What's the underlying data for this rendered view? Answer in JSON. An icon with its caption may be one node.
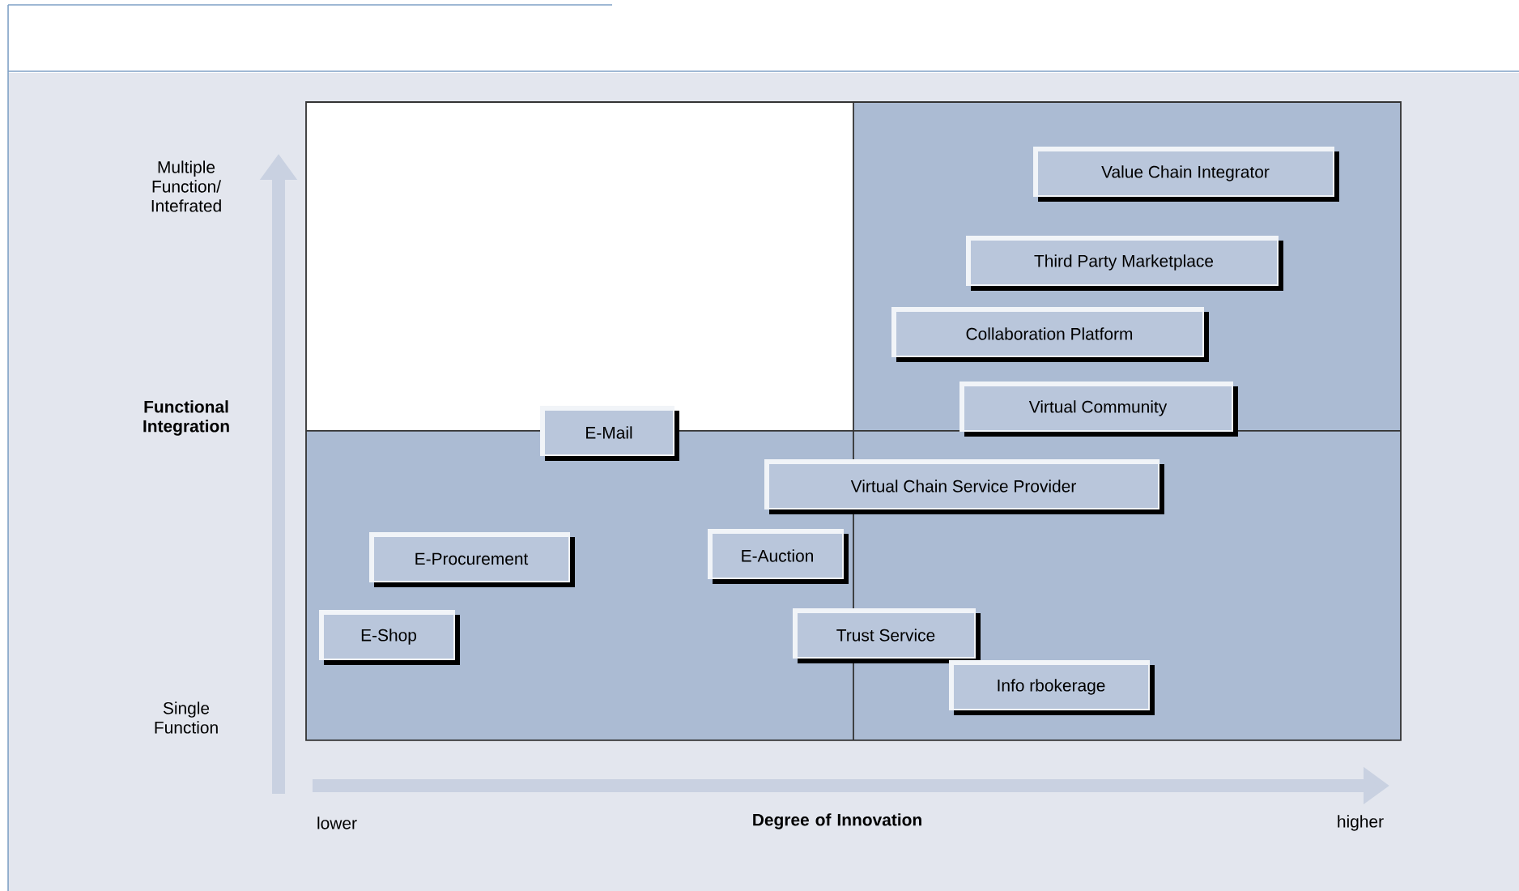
{
  "diagram": {
    "nodes": [
      {
        "text": [
          "Value Chain Integrator"
        ]
      },
      {
        "text": [
          "Third Party Marketplace"
        ]
      },
      {
        "text": [
          "Collaboration Platform"
        ]
      },
      {
        "text": [
          "Virtual Community"
        ]
      },
      {
        "text": [
          "E-Mail"
        ]
      },
      {
        "text": [
          "Virtual Chain Service Provider"
        ]
      },
      {
        "text": [
          "E-Procurement"
        ]
      },
      {
        "text": [
          "E-Auction"
        ]
      },
      {
        "text": [
          "E-Shop"
        ]
      },
      {
        "text": [
          "Trust Service"
        ]
      },
      {
        "text": [
          "Info rbokerage"
        ]
      }
    ],
    "labels": [
      "Multiple Function/ Intefrated",
      "Functional Integration",
      "Single Function",
      "lower",
      "Degree of Innovation",
      "higher"
    ]
  }
}
